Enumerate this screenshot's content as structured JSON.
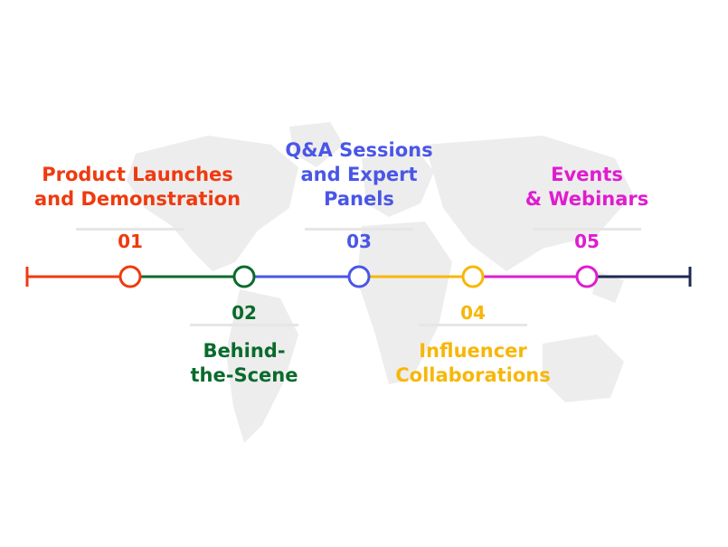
{
  "milestones": [
    {
      "number": "01",
      "title": [
        "Product Launches",
        "and Demonstration"
      ],
      "color": "#ef3a0f"
    },
    {
      "number": "02",
      "title": [
        "Behind-",
        "the-Scene"
      ],
      "color": "#0a6b2c"
    },
    {
      "number": "03",
      "title": [
        "Q&A Sessions",
        "and Expert",
        "Panels"
      ],
      "color": "#4a56e6"
    },
    {
      "number": "04",
      "title": [
        "Influencer",
        "Collaborations"
      ],
      "color": "#f7b709"
    },
    {
      "number": "05",
      "title": [
        "Events",
        "& Webinars"
      ],
      "color": "#e01cd0"
    }
  ],
  "end_color": "#1f2a52",
  "background_motif": "world-map-silhouette"
}
